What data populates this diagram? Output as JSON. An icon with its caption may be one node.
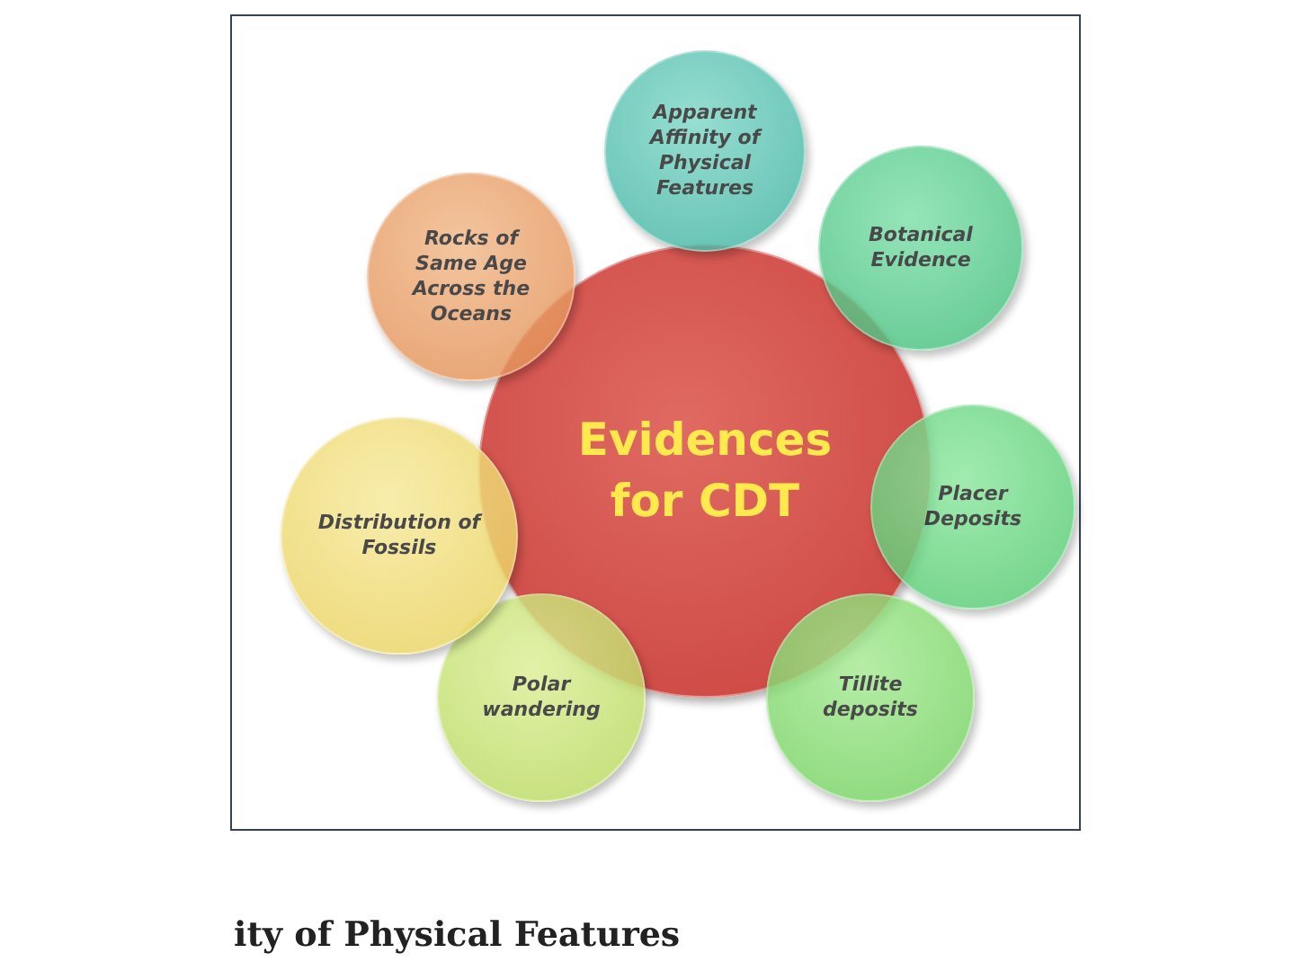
{
  "diagram": {
    "nodes": [
      {
        "text": [
          "Evidences for CDT"
        ]
      },
      {
        "text": [
          "Apparent Affinity of Physical Features"
        ]
      },
      {
        "text": [
          "Botanical Evidence"
        ]
      },
      {
        "text": [
          "Placer Deposits"
        ]
      },
      {
        "text": [
          "Tillite deposits"
        ]
      },
      {
        "text": [
          "Polar wandering"
        ]
      },
      {
        "text": [
          "Distribution of Fossils"
        ]
      },
      {
        "text": [
          "Rocks of Same Age Across the Oceans"
        ]
      }
    ],
    "labels": [
      "ity of Physical Features"
    ]
  }
}
